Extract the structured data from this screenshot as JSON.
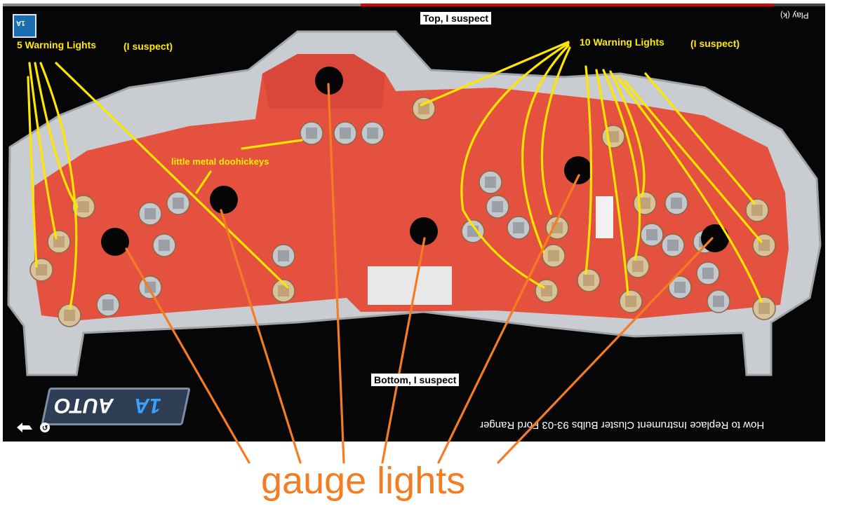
{
  "video": {
    "title": "How to Replace Instrument Cluster Bulbs 93-03 Ford Ranger",
    "play_hint": "Play (k)",
    "progress_fraction": 0.503,
    "loaded_fraction": 0.435,
    "logo_text_1a": "1A",
    "logo_text_auto": "AUTO"
  },
  "annotations": {
    "top_suspect": "Top, I suspect",
    "bottom_suspect": "Bottom, I suspect",
    "five_warning": "5 Warning Lights",
    "five_warning_suspect": "(I suspect)",
    "ten_warning": "10 Warning Lights",
    "ten_warning_suspect": "(I suspect)",
    "doohickeys": "little metal doohickeys",
    "gauge_lights": "gauge lights"
  },
  "colors": {
    "annotation_yellow": "#ffea00",
    "gauge_orange": "#f47c22",
    "progress_red": "#e00000",
    "board_red": "#e4513e"
  }
}
